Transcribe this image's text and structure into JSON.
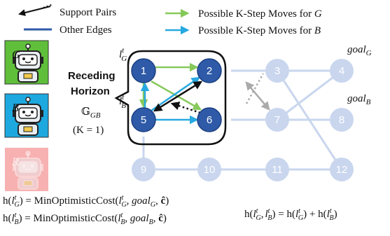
{
  "legend": {
    "support_pairs": "Support Pairs",
    "other_edges": "Other Edges",
    "moves_g": "Possible K-Step Moves for ",
    "moves_g_var": "G",
    "moves_b": "Possible K-Step Moves for ",
    "moves_b_var": "B"
  },
  "agents": [
    {
      "letter": "G",
      "color": "#5fbf3a"
    },
    {
      "letter": "B",
      "color": "#1ea8e0"
    },
    {
      "letter": "R",
      "color": "#f7b1b1"
    }
  ],
  "nodes": [
    {
      "id": "1",
      "active": true
    },
    {
      "id": "2",
      "active": true
    },
    {
      "id": "3",
      "active": false
    },
    {
      "id": "4",
      "active": false
    },
    {
      "id": "5",
      "active": true
    },
    {
      "id": "6",
      "active": true
    },
    {
      "id": "7",
      "active": false
    },
    {
      "id": "8",
      "active": false
    },
    {
      "id": "9",
      "active": false
    },
    {
      "id": "10",
      "active": false
    },
    {
      "id": "11",
      "active": false
    },
    {
      "id": "12",
      "active": false
    }
  ],
  "horizon": {
    "title_line1": "Receding",
    "title_line2": "Horizon",
    "graph_symbol": "𝔾",
    "graph_sub": "GB",
    "k_text": "(K = 1)"
  },
  "labels": {
    "l": "l",
    "sup": "t",
    "sub_g": "G",
    "sub_b": "B",
    "goal": "goal",
    "goal_g_sub": "G",
    "goal_b_sub": "B"
  },
  "formulas": {
    "h": "h(",
    "close_eq": ") = MinOptimisticCost(",
    "comma": ", ",
    "chat": "ĉ",
    "end": ")",
    "combined_mid": ") = h(",
    "combined_plus": ") + h(",
    "comma_short": ","
  },
  "colors": {
    "active_node": "#2e5aa8",
    "inactive_node": "#c9d6ee",
    "other_edge": "#c9d6ee",
    "support": "#111111",
    "g_move": "#86c95a",
    "b_move": "#27a9e1",
    "gray_pair": "#aaaaaa"
  }
}
